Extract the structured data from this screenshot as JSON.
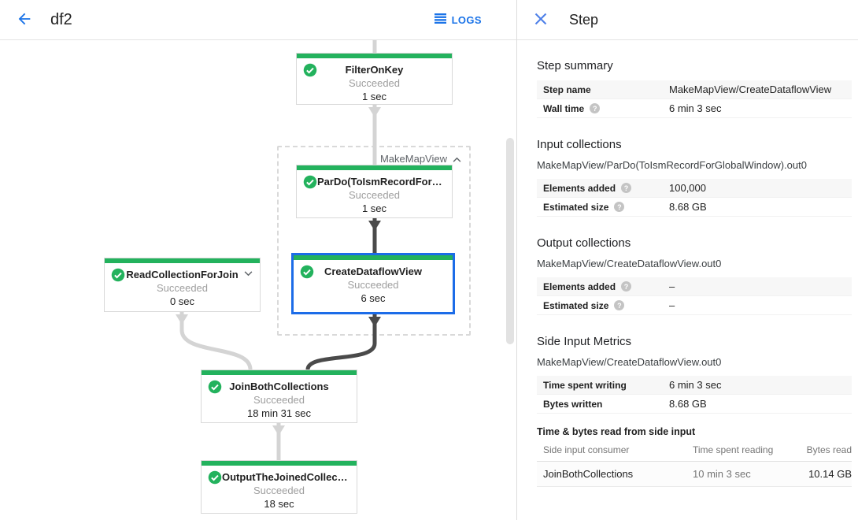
{
  "header": {
    "title": "df2",
    "logs": "LOGS"
  },
  "panel": {
    "title": "Step",
    "step_summary": {
      "heading": "Step summary",
      "rows": [
        {
          "label": "Step name",
          "value": "MakeMapView/CreateDataflowView"
        },
        {
          "label": "Wall time",
          "value": "6 min 3 sec"
        }
      ]
    },
    "input_collections": {
      "heading": "Input collections",
      "collection": "MakeMapView/ParDo(ToIsmRecordForGlobalWindow).out0",
      "rows": [
        {
          "label": "Elements added",
          "value": "100,000"
        },
        {
          "label": "Estimated size",
          "value": "8.68 GB"
        }
      ]
    },
    "output_collections": {
      "heading": "Output collections",
      "collection": "MakeMapView/CreateDataflowView.out0",
      "rows": [
        {
          "label": "Elements added",
          "value": "–"
        },
        {
          "label": "Estimated size",
          "value": "–"
        }
      ]
    },
    "side_input_metrics": {
      "heading": "Side Input Metrics",
      "collection": "MakeMapView/CreateDataflowView.out0",
      "rows": [
        {
          "label": "Time spent writing",
          "value": "6 min 3 sec"
        },
        {
          "label": "Bytes written",
          "value": "8.68 GB"
        }
      ],
      "table": {
        "heading": "Time & bytes read from side input",
        "columns": [
          "Side input consumer",
          "Time spent reading",
          "Bytes read"
        ],
        "rows": [
          [
            "JoinBothCollections",
            "10 min 3 sec",
            "10.14 GB"
          ]
        ]
      }
    }
  },
  "graph": {
    "group_label": "MakeMapView",
    "nodes": [
      {
        "title": "FilterOnKey",
        "status": "Succeeded",
        "time": "1 sec"
      },
      {
        "title": "ParDo(ToIsmRecordFor…",
        "status": "Succeeded",
        "time": "1 sec"
      },
      {
        "title": "CreateDataflowView",
        "status": "Succeeded",
        "time": "6 sec"
      },
      {
        "title": "ReadCollectionForJoin",
        "status": "Succeeded",
        "time": "0 sec"
      },
      {
        "title": "JoinBothCollections",
        "status": "Succeeded",
        "time": "18 min 31 sec"
      },
      {
        "title": "OutputTheJoinedCollec…",
        "status": "Succeeded",
        "time": "18 sec"
      }
    ]
  },
  "colors": {
    "succeeded_green": "#23b25d",
    "accent_blue": "#1a73e8",
    "selected_border_blue": "#1c6ce8",
    "edge_light": "#d4d4d4",
    "edge_dark": "#4a4a4a"
  }
}
